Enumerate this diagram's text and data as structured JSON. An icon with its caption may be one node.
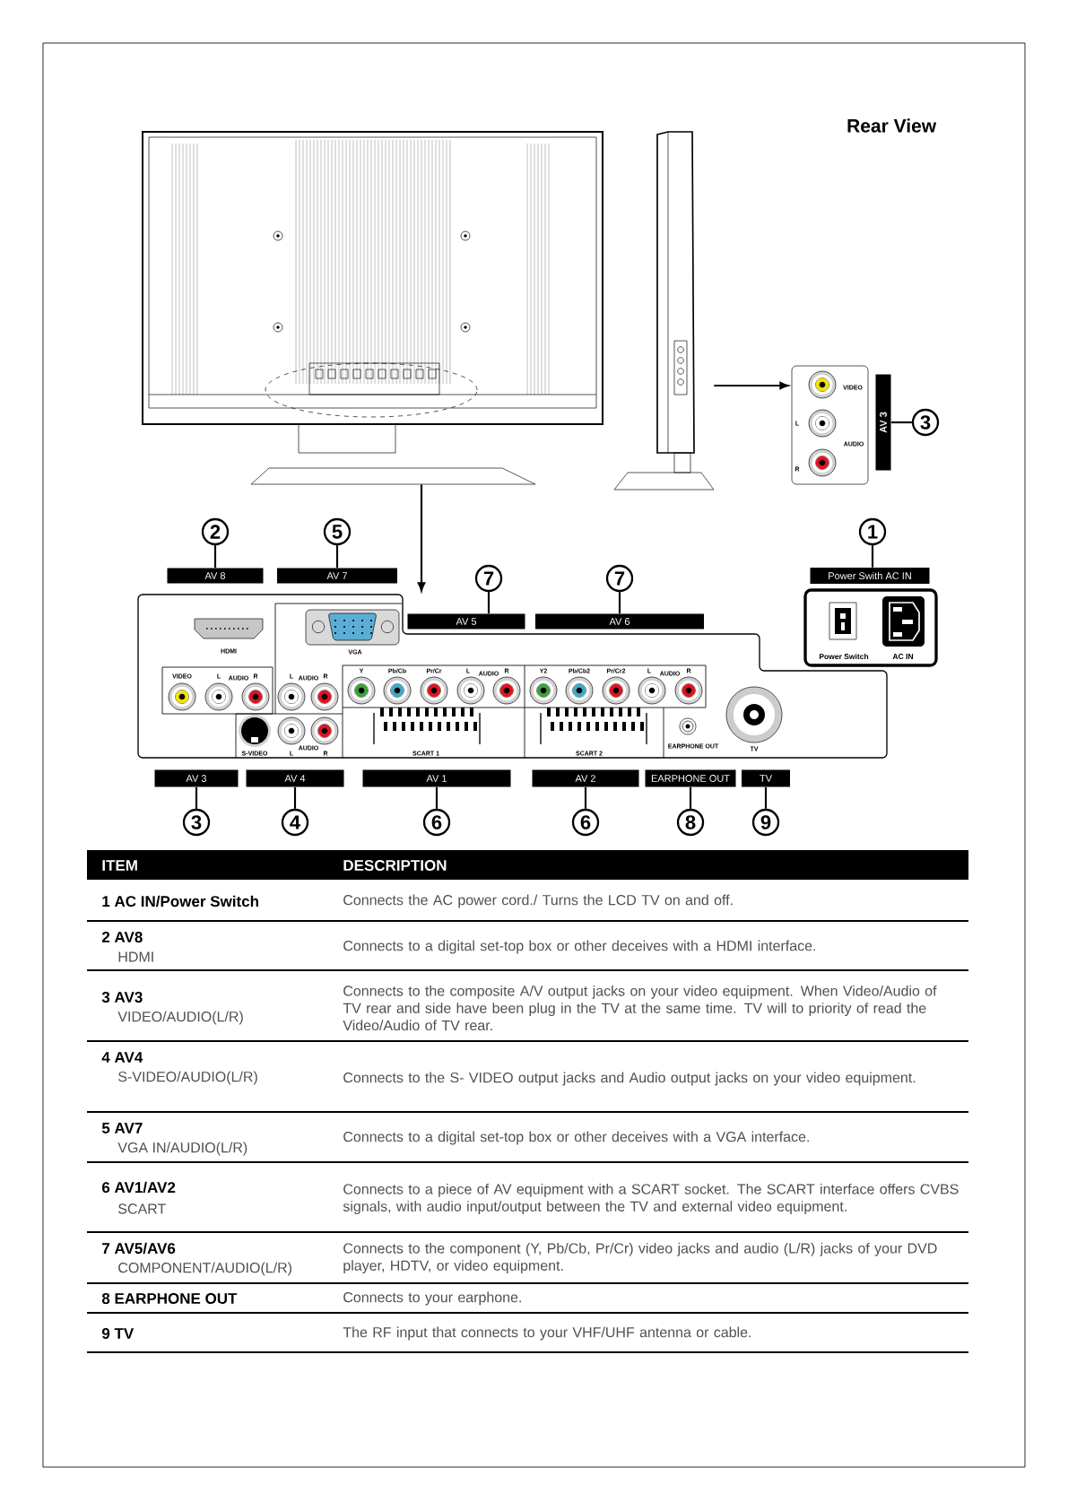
{
  "diagram": {
    "title": "Rear View",
    "nodes": [
      {
        "text": [],
        "shape": "picture"
      },
      {
        "text": [],
        "shape": "picture"
      },
      {
        "text": [],
        "shape": "box"
      },
      {
        "text": [
          "AV 3"
        ]
      },
      {
        "text": [
          "3"
        ]
      },
      {
        "text": [
          "2"
        ]
      },
      {
        "text": [
          "5"
        ]
      },
      {
        "text": [
          "1"
        ]
      },
      {
        "text": [
          "AV 8"
        ]
      },
      {
        "text": [
          "AV 7"
        ]
      },
      {
        "text": [
          "Power Swith AC IN"
        ]
      },
      {
        "text": [
          "7"
        ]
      },
      {
        "text": [
          "7"
        ]
      },
      {
        "text": [
          "AV 5"
        ]
      },
      {
        "text": [
          "AV 6"
        ]
      },
      {
        "text": [],
        "shape": "box"
      },
      {
        "text": [],
        "shape": "box"
      },
      {
        "text": [
          "AV 3"
        ]
      },
      {
        "text": [
          "AV 4"
        ]
      },
      {
        "text": [
          "AV 1"
        ]
      },
      {
        "text": [
          "AV 2"
        ]
      },
      {
        "text": [
          "EARPHONE OUT"
        ]
      },
      {
        "text": [
          "TV"
        ]
      },
      {
        "text": [
          "3"
        ]
      },
      {
        "text": [
          "4"
        ]
      },
      {
        "text": [
          "6"
        ]
      },
      {
        "text": [
          "6"
        ]
      },
      {
        "text": [
          "8"
        ]
      },
      {
        "text": [
          "9"
        ]
      }
    ],
    "edges": [
      {
        "from": 0,
        "to": 16,
        "arrow": "to"
      },
      {
        "from": 1,
        "to": 2,
        "arrow": "to"
      },
      {
        "from": 4,
        "to": 3,
        "arrow": "none"
      },
      {
        "from": 5,
        "to": 8,
        "arrow": "none"
      },
      {
        "from": 6,
        "to": 9,
        "arrow": "none"
      },
      {
        "from": 7,
        "to": 10,
        "arrow": "none"
      },
      {
        "from": 11,
        "to": 13,
        "arrow": "none"
      },
      {
        "from": 12,
        "to": 14,
        "arrow": "none"
      },
      {
        "from": 23,
        "to": 17,
        "arrow": "none"
      },
      {
        "from": 24,
        "to": 18,
        "arrow": "none"
      },
      {
        "from": 25,
        "to": 19,
        "arrow": "none"
      },
      {
        "from": 26,
        "to": 20,
        "arrow": "none"
      },
      {
        "from": 27,
        "to": 21,
        "arrow": "none"
      },
      {
        "from": 28,
        "to": 22,
        "arrow": "none"
      }
    ],
    "labels": [
      "HDMI",
      "VGA",
      "VIDEO",
      "L",
      "AUDIO",
      "R",
      "L",
      "AUDIO",
      "R",
      "S-VIDEO",
      "L",
      "AUDIO",
      "R",
      "Y",
      "Pb/Cb",
      "Pr/Cr",
      "L",
      "AUDIO",
      "R",
      "SCART 1",
      "Y2",
      "Pb/Cb2",
      "Pr/Cr2",
      "L",
      "AUDIO",
      "R",
      "SCART 2",
      "EARPHONE OUT",
      "TV",
      "VIDEO",
      "L",
      "AUDIO",
      "R",
      "Power Switch",
      "AC IN",
      "ITEM",
      "DESCRIPTION",
      "1 AC IN/Power Switch",
      "Connects the AC power cord./ Turns the LCD TV on and off.",
      "2 AV8",
      "HDMI",
      "Connects to a digital set-top box or other deceives with a HDMI interface.",
      "3 AV3",
      "VIDEO/AUDIO(L/R)",
      "Connects to the composite A/V output jacks on your video equipment. When Video/Audio of TV rear and side have been plug in the TV at the same time. TV will to priority of read the Video/Audio of TV rear.",
      "4 AV4",
      "S-VIDEO/AUDIO(L/R)",
      "Connects to the S- VIDEO output jacks and Audio output jacks on your video equipment.",
      "5 AV7",
      "VGA IN/AUDIO(L/R)",
      "Connects to a digital set-top box or other deceives with a VGA interface.",
      "6 AV1/AV2",
      "SCART",
      "Connects to a piece of AV equipment with a SCART socket. The SCART interface offers CVBS signals, with audio input/output between the TV and external video equipment.",
      "7 AV5/AV6",
      "COMPONENT/AUDIO(L/R)",
      "Connects to the component (Y, Pb/Cb, Pr/Cr) video jacks and audio (L/R) jacks of your DVD player, HDTV, or video equipment.",
      "8 EARPHONE OUT",
      "Connects to your earphone.",
      "9 TV",
      "The RF input that connects to your VHF/UHF antenna or cable."
    ]
  }
}
